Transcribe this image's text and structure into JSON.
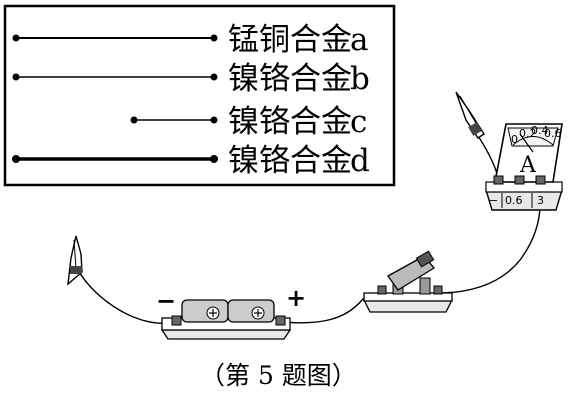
{
  "wires": [
    {
      "material": "锰铜合金",
      "letter": "a"
    },
    {
      "material": "镍铬合金",
      "letter": "b"
    },
    {
      "material": "镍铬合金",
      "letter": "c"
    },
    {
      "material": "镍铬合金",
      "letter": "d"
    }
  ],
  "ammeter": {
    "symbol": "A",
    "terminal_labels": [
      "−",
      "0.6",
      "3"
    ],
    "scale_marks": [
      "0",
      "0.2",
      "0.4",
      "0.6"
    ]
  },
  "battery": {
    "negative": "−",
    "positive": "+"
  },
  "caption": "（第 5 题图）"
}
